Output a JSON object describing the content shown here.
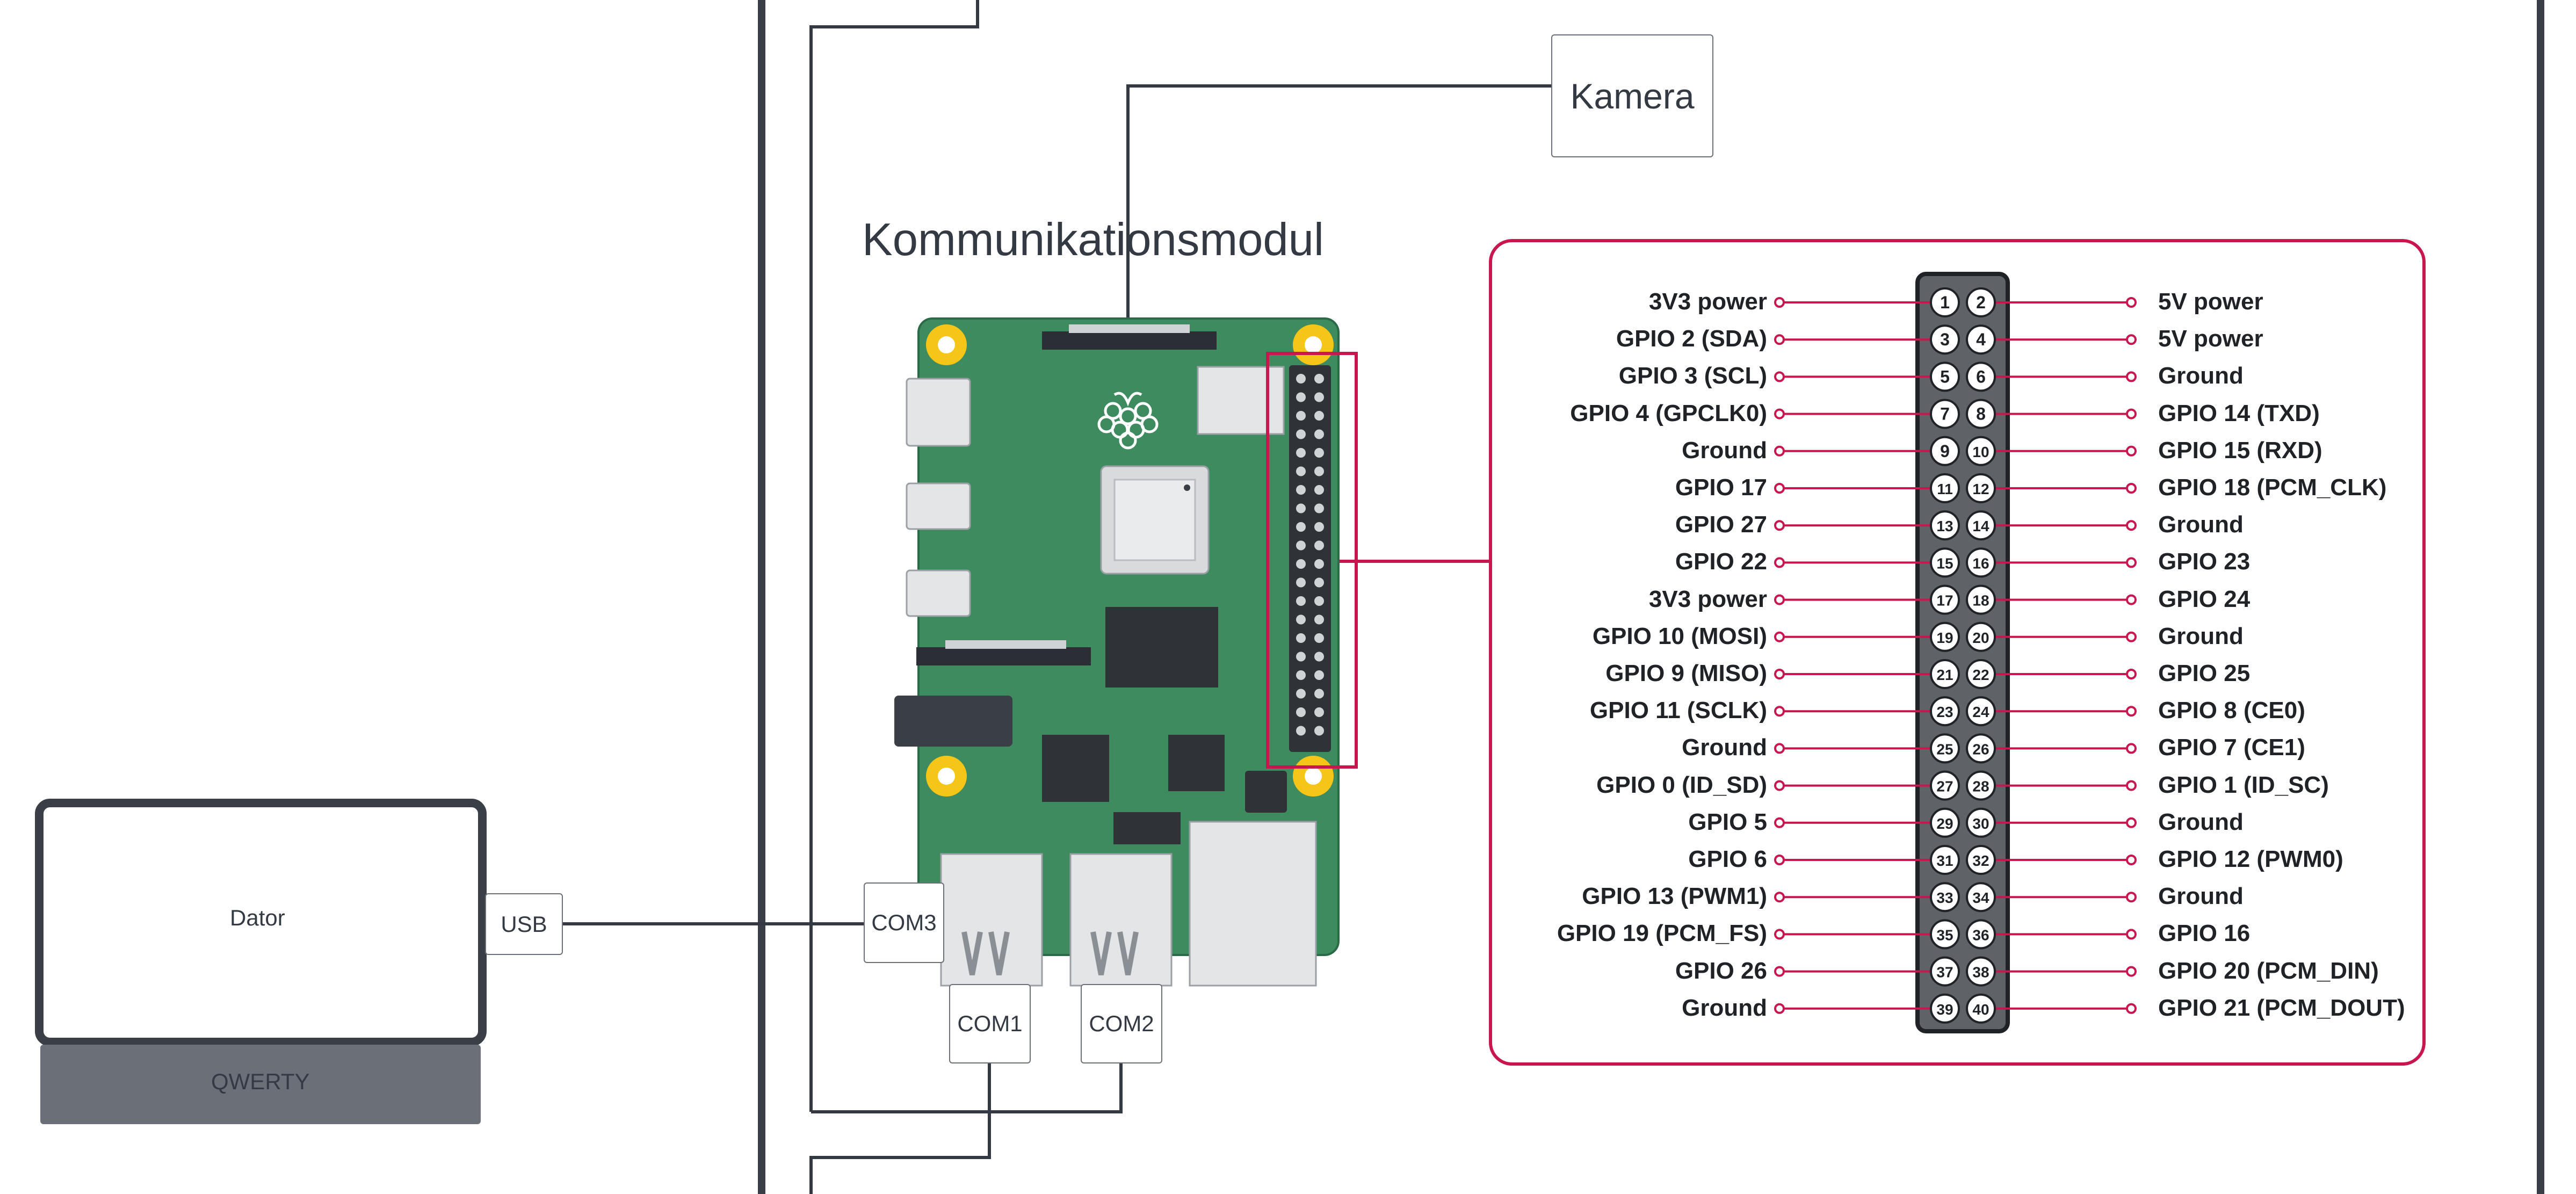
{
  "diagram": {
    "camera_label": "Kamera",
    "module_title": "Kommunikationsmodul",
    "computer_label": "Dator",
    "keyboard_label": "QWERTY",
    "usb_label": "USB",
    "com1_label": "COM1",
    "com2_label": "COM2",
    "com3_label": "COM3"
  },
  "pinout": {
    "left_labels": [
      "3V3 power",
      "GPIO 2 (SDA)",
      "GPIO 3 (SCL)",
      "GPIO 4 (GPCLK0)",
      "Ground",
      "GPIO 17",
      "GPIO 27",
      "GPIO 22",
      "3V3 power",
      "GPIO 10 (MOSI)",
      "GPIO 9 (MISO)",
      "GPIO 11 (SCLK)",
      "Ground",
      "GPIO 0 (ID_SD)",
      "GPIO 5",
      "GPIO 6",
      "GPIO 13 (PWM1)",
      "GPIO 19 (PCM_FS)",
      "GPIO 26",
      "Ground"
    ],
    "right_labels": [
      "5V power",
      "5V power",
      "Ground",
      "GPIO 14 (TXD)",
      "GPIO 15 (RXD)",
      "GPIO 18 (PCM_CLK)",
      "Ground",
      "GPIO 23",
      "GPIO 24",
      "Ground",
      "GPIO 25",
      "GPIO 8 (CE0)",
      "GPIO 7 (CE1)",
      "GPIO 1 (ID_SC)",
      "Ground",
      "GPIO 12 (PWM0)",
      "Ground",
      "GPIO 16",
      "GPIO 20 (PCM_DIN)",
      "GPIO 21 (PCM_DOUT)"
    ],
    "pin_numbers_left": [
      "1",
      "3",
      "5",
      "7",
      "9",
      "11",
      "13",
      "15",
      "17",
      "19",
      "21",
      "23",
      "25",
      "27",
      "29",
      "31",
      "33",
      "35",
      "37",
      "39"
    ],
    "pin_numbers_right": [
      "2",
      "4",
      "6",
      "8",
      "10",
      "12",
      "14",
      "16",
      "18",
      "20",
      "22",
      "24",
      "26",
      "28",
      "30",
      "32",
      "34",
      "36",
      "38",
      "40"
    ]
  },
  "colors": {
    "line": "#333a44",
    "frame": "#3a3f47",
    "pin_accent": "#c8164f",
    "pcb": "#3d8b5f",
    "mount_hole": "#f5c518",
    "keyboard": "#6b7078"
  }
}
